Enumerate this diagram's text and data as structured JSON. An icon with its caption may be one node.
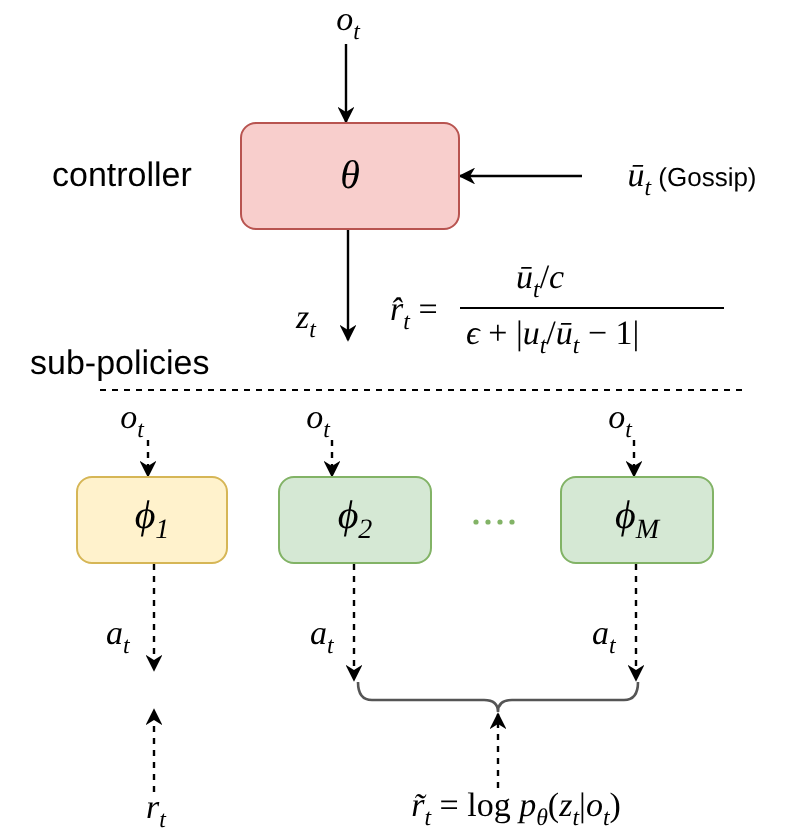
{
  "diagram": {
    "nodes": [
      {
        "text": [
          "*o*$_{t}$"
        ]
      },
      {
        "text": [
          "*θ*"
        ],
        "beside": [
          "controller"
        ]
      },
      {
        "text": [
          "*ū*$_{t}$ (Gossip)"
        ]
      },
      {
        "text": [
          "*o*$_{t}$"
        ]
      },
      {
        "text": [
          "*o*$_{t}$"
        ]
      },
      {
        "text": [
          "*o*$_{t}$"
        ]
      },
      {
        "text": [
          "*ϕ*$_{1}$"
        ]
      },
      {
        "text": [
          "*ϕ*$_{2}$"
        ]
      },
      {
        "text": [
          "*ϕ*$_{M}$"
        ]
      },
      {
        "text": [
          "*r*$_{t}$"
        ]
      },
      {
        "text": [
          "*r̃*$_{t}$ = log *p*$_{θ}$(*z*$_{t}$|*o*$_{t}$)"
        ]
      },
      {
        "text": [],
        "shape": "brace"
      }
    ],
    "edges": [
      {
        "from": 0,
        "to": 1,
        "arrow": "to"
      },
      {
        "from": 2,
        "to": 1,
        "arrow": "to"
      },
      {
        "from": 1,
        "to": null,
        "arrow": "to",
        "label": "*z*$_{t}$"
      },
      {
        "from": 3,
        "to": 6,
        "arrow": "to",
        "style": "dashed"
      },
      {
        "from": 4,
        "to": 7,
        "arrow": "to",
        "style": "dashed"
      },
      {
        "from": 5,
        "to": 8,
        "arrow": "to",
        "style": "dashed"
      },
      {
        "from": 6,
        "to": null,
        "arrow": "to",
        "style": "dashed",
        "label": "*a*$_{t}$"
      },
      {
        "from": 7,
        "to": 11,
        "arrow": "to",
        "style": "dashed",
        "label": "*a*$_{t}$"
      },
      {
        "from": 8,
        "to": 11,
        "arrow": "to",
        "style": "dashed",
        "label": "*a*$_{t}$"
      },
      {
        "from": 9,
        "to": null,
        "arrow": "to",
        "style": "dashed"
      },
      {
        "from": 10,
        "to": 11,
        "arrow": "to",
        "style": "dashed"
      }
    ],
    "labels": [
      "sub-policies",
      "*r̂*$_{t}$ =",
      "*ū*$_{t}$/*c*",
      "*ϵ* + |*u*$_{t}$/*ū*$_{t}$ − 1|"
    ]
  }
}
